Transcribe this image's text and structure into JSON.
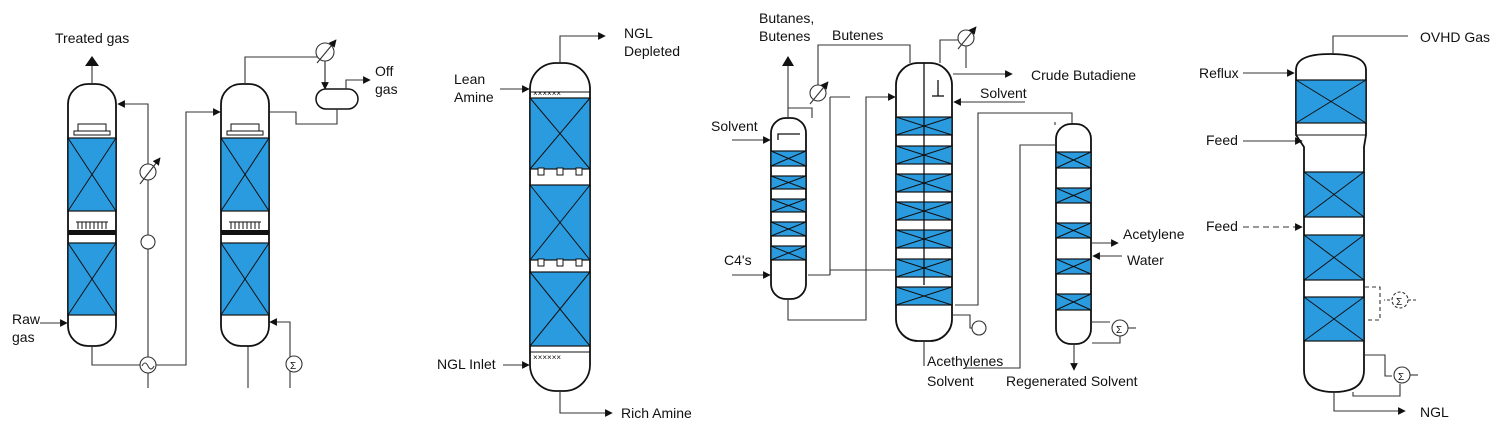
{
  "colors": {
    "packing": "#2b9be0",
    "line": "#333333",
    "vessel_outline": "#111111"
  },
  "diagram_1": {
    "treated_gas": "Treated gas",
    "raw_gas_1": "Raw",
    "raw_gas_2": "gas",
    "off_gas_1": "Off",
    "off_gas_2": "gas"
  },
  "diagram_2": {
    "ngl_depleted_1": "NGL",
    "ngl_depleted_2": "Depleted",
    "lean_amine_1": "Lean",
    "lean_amine_2": "Amine",
    "ngl_inlet": "NGL Inlet",
    "rich_amine": "Rich Amine"
  },
  "diagram_3": {
    "butanes_butenes_1": "Butanes,",
    "butanes_butenes_2": "Butenes",
    "butenes": "Butenes",
    "crude_butadiene": "Crude Butadiene",
    "solvent_right": "Solvent",
    "solvent_left": "Solvent",
    "c4s": "C4's",
    "acetylene": "Acetylene",
    "water": "Water",
    "acethylenes": "Acethylenes",
    "solvent_bottom": "Solvent",
    "regenerated_solvent": "Regenerated Solvent"
  },
  "diagram_4": {
    "ovhd_gas": "OVHD Gas",
    "reflux": "Reflux",
    "feed_1": "Feed",
    "feed_2": "Feed",
    "ngl": "NGL"
  }
}
